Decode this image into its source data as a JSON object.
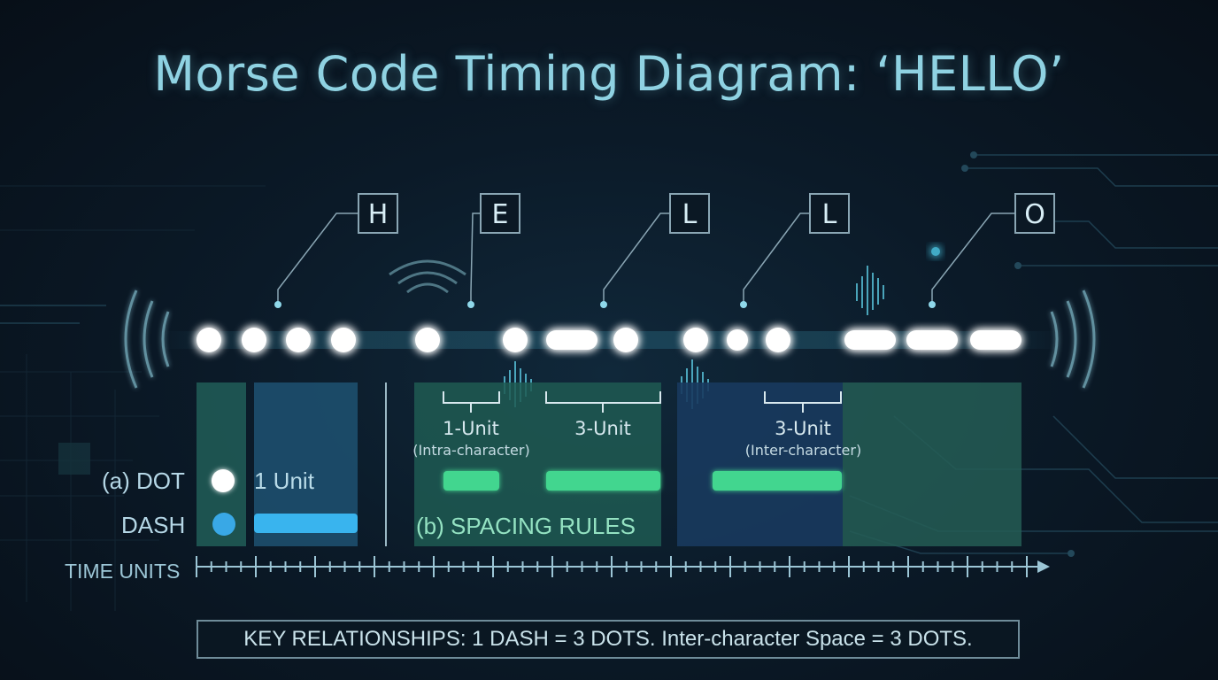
{
  "title": "Morse Code Timing Diagram: ‘HELLO’",
  "letters": [
    "H",
    "E",
    "L",
    "L",
    "O"
  ],
  "morse_sequence": [
    {
      "letter": "H",
      "code": "...."
    },
    {
      "letter": "E",
      "code": "."
    },
    {
      "letter": "L",
      "code": ".-.."
    },
    {
      "letter": "L",
      "code": ".-.."
    },
    {
      "letter": "O",
      "code": "---"
    }
  ],
  "legend": {
    "dot_label": "(a) DOT",
    "dash_label": "DASH",
    "one_unit_label": "1 Unit",
    "spacing_rules_label": "(b) SPACING RULES"
  },
  "spacing": [
    {
      "label": "1-Unit",
      "sub": "(Intra-character)"
    },
    {
      "label": "3-Unit",
      "sub": ""
    },
    {
      "label": "3-Unit",
      "sub": "(Inter-character)"
    }
  ],
  "time_axis_label": "TIME UNITS",
  "key_relationships": "KEY RELATIONSHIPS: 1 DASH = 3 DOTS. Inter-character Space = 3 DOTS.",
  "colors": {
    "title": "#8fd2e2",
    "dot_glow": "#6fe3ff",
    "dot_fill": "#ffffff",
    "dash_blue": "#39b4ee",
    "spacing_green": "#42d68f",
    "panel_teal": "#1f5a55",
    "panel_blue": "#1d4f6e",
    "panel_green": "#2a6a5a"
  }
}
